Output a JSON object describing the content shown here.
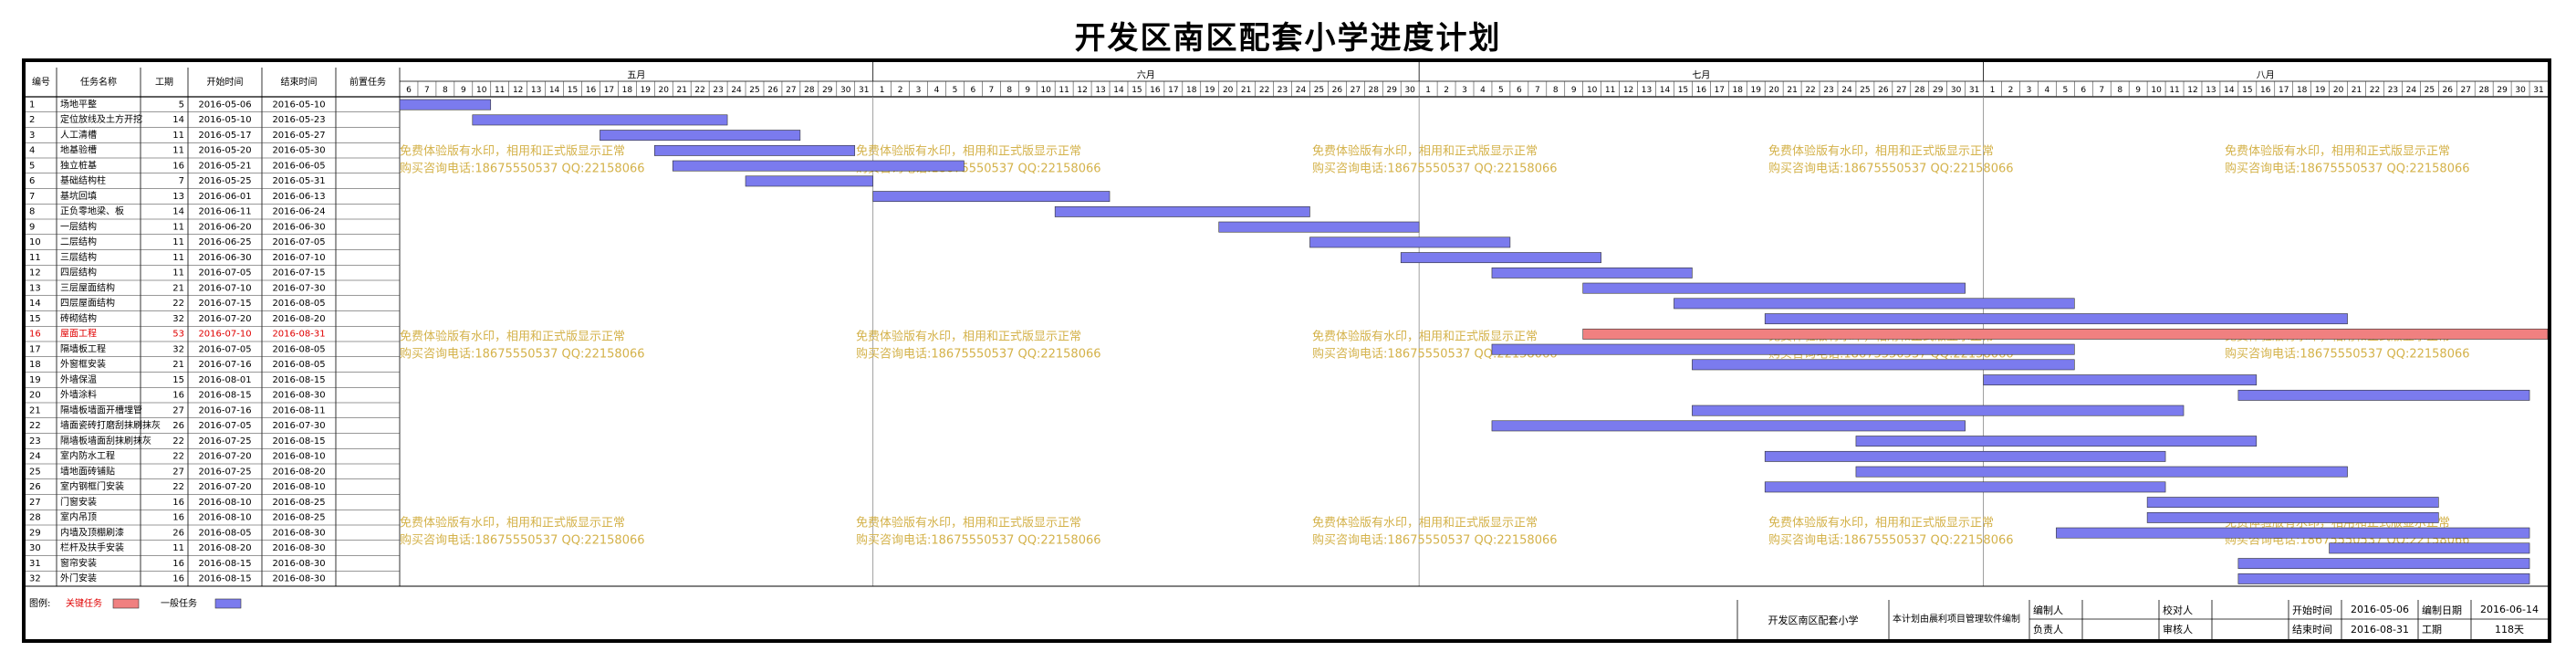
{
  "title": "开发区南区配套小学进度计划",
  "headers": {
    "id": "编号",
    "name": "任务名称",
    "duration": "工期",
    "start": "开始时间",
    "end": "结束时间",
    "pred": "前置任务"
  },
  "months": [
    {
      "label": "五月",
      "days": [
        "6",
        "7",
        "8",
        "9",
        "10",
        "11",
        "12",
        "13",
        "14",
        "15",
        "16",
        "17",
        "18",
        "19",
        "20",
        "21",
        "22",
        "23",
        "24",
        "25",
        "26",
        "27",
        "28",
        "29",
        "30",
        "31"
      ]
    },
    {
      "label": "六月",
      "days": [
        "1",
        "2",
        "3",
        "4",
        "5",
        "6",
        "7",
        "8",
        "9",
        "10",
        "11",
        "12",
        "13",
        "14",
        "15",
        "16",
        "17",
        "18",
        "19",
        "20",
        "21",
        "22",
        "23",
        "24",
        "25",
        "26",
        "27",
        "28",
        "29",
        "30"
      ]
    },
    {
      "label": "七月",
      "days": [
        "1",
        "2",
        "3",
        "4",
        "5",
        "6",
        "7",
        "8",
        "9",
        "10",
        "11",
        "12",
        "13",
        "14",
        "15",
        "16",
        "17",
        "18",
        "19",
        "20",
        "21",
        "22",
        "23",
        "24",
        "25",
        "26",
        "27",
        "28",
        "29",
        "30",
        "31"
      ]
    },
    {
      "label": "八月",
      "days": [
        "1",
        "2",
        "3",
        "4",
        "5",
        "6",
        "7",
        "8",
        "9",
        "10",
        "11",
        "12",
        "13",
        "14",
        "15",
        "16",
        "17",
        "18",
        "19",
        "20",
        "21",
        "22",
        "23",
        "24",
        "25",
        "26",
        "27",
        "28",
        "29",
        "30",
        "31"
      ]
    }
  ],
  "legend": {
    "label": "图例:",
    "critical": "关键任务",
    "normal": "一般任务"
  },
  "footer": {
    "project": "开发区南区配套小学",
    "software": "本计划由晨利项目管理软件编制",
    "compiler": "编制人",
    "reviewer": "校对人",
    "start_label": "开始时间",
    "start_value": "2016-05-06",
    "date_label": "编制日期",
    "date_value": "2016-06-14",
    "owner": "负责人",
    "auditor": "审核人",
    "end_label": "结束时间",
    "end_value": "2016-08-31",
    "duration_label": "工期",
    "duration_value": "118天"
  },
  "watermark": {
    "line1": "免费体验版有水印，相用和正式版显示正常",
    "line2": "购买咨询电话:18675550537 QQ:22158066"
  },
  "colors": {
    "critical": "#f08080",
    "normal": "#7b7bee",
    "critical_text": "#e00000",
    "watermark": "#d4b24a"
  },
  "chart_data": {
    "type": "gantt",
    "x_range": [
      "2016-05-06",
      "2016-08-31"
    ],
    "tasks": [
      {
        "id": "1",
        "name": "场地平整",
        "duration": "5",
        "start": "2016-05-06",
        "end": "2016-05-10",
        "critical": false
      },
      {
        "id": "2",
        "name": "定位放线及土方开挖",
        "duration": "14",
        "start": "2016-05-10",
        "end": "2016-05-23",
        "critical": false
      },
      {
        "id": "3",
        "name": "人工清槽",
        "duration": "11",
        "start": "2016-05-17",
        "end": "2016-05-27",
        "critical": false
      },
      {
        "id": "4",
        "name": "地基验槽",
        "duration": "11",
        "start": "2016-05-20",
        "end": "2016-05-30",
        "critical": false
      },
      {
        "id": "5",
        "name": "独立桩基",
        "duration": "16",
        "start": "2016-05-21",
        "end": "2016-06-05",
        "critical": false
      },
      {
        "id": "6",
        "name": "基础结构柱",
        "duration": "7",
        "start": "2016-05-25",
        "end": "2016-05-31",
        "critical": false
      },
      {
        "id": "7",
        "name": "基坑回填",
        "duration": "13",
        "start": "2016-06-01",
        "end": "2016-06-13",
        "critical": false
      },
      {
        "id": "8",
        "name": "正负零地梁、板",
        "duration": "14",
        "start": "2016-06-11",
        "end": "2016-06-24",
        "critical": false
      },
      {
        "id": "9",
        "name": "一层结构",
        "duration": "11",
        "start": "2016-06-20",
        "end": "2016-06-30",
        "critical": false
      },
      {
        "id": "10",
        "name": "二层结构",
        "duration": "11",
        "start": "2016-06-25",
        "end": "2016-07-05",
        "critical": false
      },
      {
        "id": "11",
        "name": "三层结构",
        "duration": "11",
        "start": "2016-06-30",
        "end": "2016-07-10",
        "critical": false
      },
      {
        "id": "12",
        "name": "四层结构",
        "duration": "11",
        "start": "2016-07-05",
        "end": "2016-07-15",
        "critical": false
      },
      {
        "id": "13",
        "name": "三层屋面结构",
        "duration": "21",
        "start": "2016-07-10",
        "end": "2016-07-30",
        "critical": false
      },
      {
        "id": "14",
        "name": "四层屋面结构",
        "duration": "22",
        "start": "2016-07-15",
        "end": "2016-08-05",
        "critical": false
      },
      {
        "id": "15",
        "name": "砖砌结构",
        "duration": "32",
        "start": "2016-07-20",
        "end": "2016-08-20",
        "critical": false
      },
      {
        "id": "16",
        "name": "屋面工程",
        "duration": "53",
        "start": "2016-07-10",
        "end": "2016-08-31",
        "critical": true
      },
      {
        "id": "17",
        "name": "隔墙板工程",
        "duration": "32",
        "start": "2016-07-05",
        "end": "2016-08-05",
        "critical": false
      },
      {
        "id": "18",
        "name": "外窗框安装",
        "duration": "21",
        "start": "2016-07-16",
        "end": "2016-08-05",
        "critical": false
      },
      {
        "id": "19",
        "name": "外墙保温",
        "duration": "15",
        "start": "2016-08-01",
        "end": "2016-08-15",
        "critical": false
      },
      {
        "id": "20",
        "name": "外墙涂料",
        "duration": "16",
        "start": "2016-08-15",
        "end": "2016-08-30",
        "critical": false
      },
      {
        "id": "21",
        "name": "隔墙板墙面开槽埋管",
        "duration": "27",
        "start": "2016-07-16",
        "end": "2016-08-11",
        "critical": false
      },
      {
        "id": "22",
        "name": "墙面瓷砖打磨刮抹刷抹灰",
        "duration": "26",
        "start": "2016-07-05",
        "end": "2016-07-30",
        "critical": false
      },
      {
        "id": "23",
        "name": "隔墙板墙面刮抹刷抹灰",
        "duration": "22",
        "start": "2016-07-25",
        "end": "2016-08-15",
        "critical": false
      },
      {
        "id": "24",
        "name": "室内防水工程",
        "duration": "22",
        "start": "2016-07-20",
        "end": "2016-08-10",
        "critical": false
      },
      {
        "id": "25",
        "name": "墙地面砖铺贴",
        "duration": "27",
        "start": "2016-07-25",
        "end": "2016-08-20",
        "critical": false
      },
      {
        "id": "26",
        "name": "室内钢框门安装",
        "duration": "22",
        "start": "2016-07-20",
        "end": "2016-08-10",
        "critical": false
      },
      {
        "id": "27",
        "name": "门窗安装",
        "duration": "16",
        "start": "2016-08-10",
        "end": "2016-08-25",
        "critical": false
      },
      {
        "id": "28",
        "name": "室内吊顶",
        "duration": "16",
        "start": "2016-08-10",
        "end": "2016-08-25",
        "critical": false
      },
      {
        "id": "29",
        "name": "内墙及顶棚刷漆",
        "duration": "26",
        "start": "2016-08-05",
        "end": "2016-08-30",
        "critical": false
      },
      {
        "id": "30",
        "name": "栏杆及扶手安装",
        "duration": "11",
        "start": "2016-08-20",
        "end": "2016-08-30",
        "critical": false
      },
      {
        "id": "31",
        "name": "窗帘安装",
        "duration": "16",
        "start": "2016-08-15",
        "end": "2016-08-30",
        "critical": false
      },
      {
        "id": "32",
        "name": "外门安装",
        "duration": "16",
        "start": "2016-08-15",
        "end": "2016-08-30",
        "critical": false
      }
    ]
  }
}
